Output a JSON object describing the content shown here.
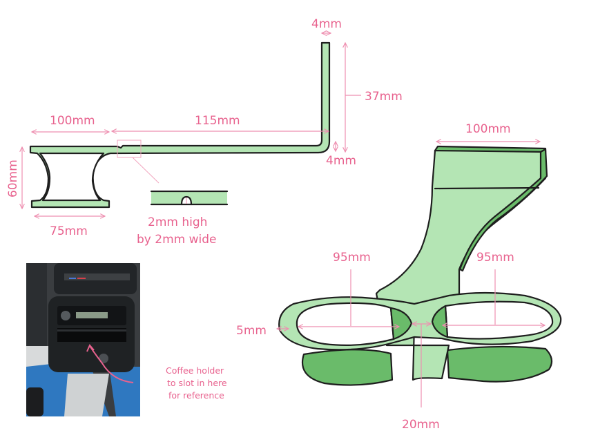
{
  "colors": {
    "light_green": "#b4e5b4",
    "dark_green": "#6abb6a",
    "outline": "#1e1e1e",
    "annotation_pink": "#e8628e",
    "dimension_line": "#ee8fb0"
  },
  "side_profile": {
    "top_width_label": "100mm",
    "arm_length_label": "115mm",
    "height_label": "60mm",
    "bottom_width_label": "75mm",
    "tab_thickness_label": "4mm",
    "tab_height_label": "37mm",
    "arm_thickness_label": "4mm"
  },
  "notch_detail": {
    "line1": "2mm high",
    "line2": "by 2mm wide"
  },
  "iso_view": {
    "top_width_label": "100mm",
    "left_cup_label": "95mm",
    "right_cup_label": "95mm",
    "rim_label": "5mm",
    "gap_label": "20mm"
  },
  "reference_photo": {
    "caption_line1": "Coffee holder",
    "caption_line2": "to slot in here",
    "caption_line3": "for reference"
  }
}
